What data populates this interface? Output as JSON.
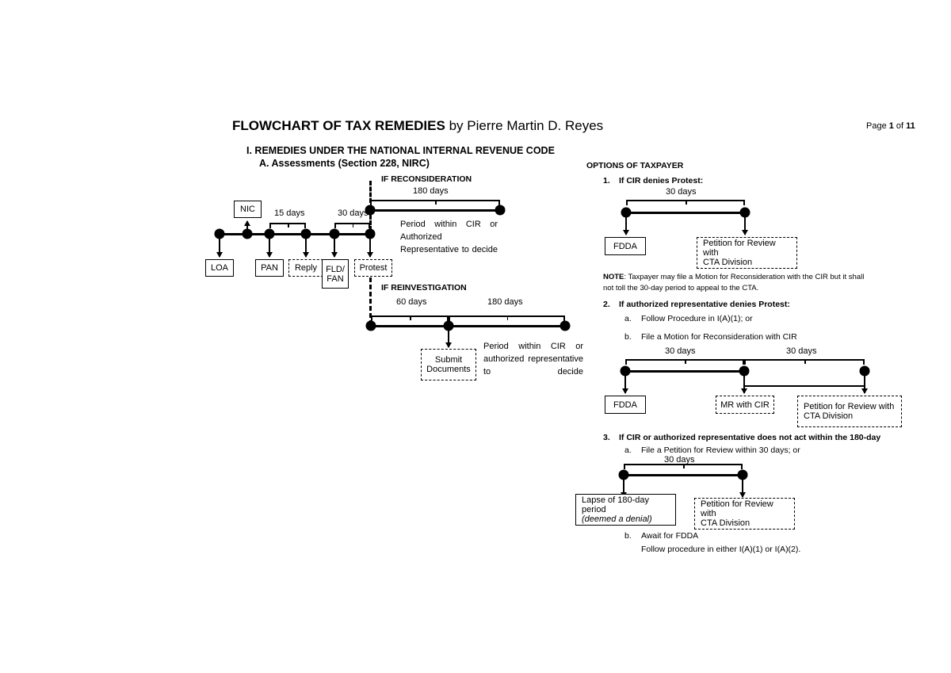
{
  "header": {
    "title_bold": "FLOWCHART OF TAX REMEDIES",
    "title_rest": " by Pierre Martin D. Reyes",
    "page_label_prefix": "Page ",
    "page_current": "1",
    "page_mid": " of ",
    "page_total": "11"
  },
  "outline": {
    "section_i": "I.   REMEDIES UNDER THE NATIONAL INTERNAL REVENUE CODE",
    "section_a": "A.  Assessments (Section 228, NIRC)",
    "options_heading": "OPTIONS OF TAXPAYER"
  },
  "assessment_timeline": {
    "nodes": [
      {
        "id": "loa",
        "label": "LOA",
        "style": "solid"
      },
      {
        "id": "nic",
        "label": "NIC",
        "style": "solid"
      },
      {
        "id": "pan",
        "label": "PAN",
        "style": "solid"
      },
      {
        "id": "reply",
        "label": "Reply",
        "style": "dashed"
      },
      {
        "id": "fldfan",
        "label_line1": "FLD/",
        "label_line2": "FAN",
        "style": "solid"
      },
      {
        "id": "protest",
        "label": "Protest",
        "style": "dashed"
      }
    ],
    "durations": [
      {
        "id": "pan-reply",
        "label": "15 days"
      },
      {
        "id": "fldfan-protest",
        "label": "30 days"
      }
    ]
  },
  "reconsideration": {
    "heading": "IF RECONSIDERATION",
    "duration": "180 days",
    "description_lines": [
      "Period within CIR or",
      "Authorized Representative",
      "to decide"
    ]
  },
  "reinvestigation": {
    "heading": "IF REINVESTIGATION",
    "duration_1": "60 days",
    "duration_2": "180 days",
    "submit_box_line1": "Submit",
    "submit_box_line2": "Documents",
    "description_lines": [
      "Period within CIR or",
      "authorized representative",
      "to decide"
    ]
  },
  "option1": {
    "number": "1.",
    "heading": "If CIR denies Protest:",
    "duration": "30 days",
    "box_fdda": "FDDA",
    "box_petition_line1": "Petition for Review with",
    "box_petition_line2": "CTA Division",
    "note_bold": "NOTE",
    "note_text": ": Taxpayer may file a Motion for Reconsideration with the CIR but it shall not toll the 30-day period to appeal to the CTA."
  },
  "option2": {
    "number": "2.",
    "heading": "If authorized representative denies Protest:",
    "sub_a_marker": "a.",
    "sub_a": "Follow Procedure in I(A)(1); or",
    "sub_b_marker": "b.",
    "sub_b": "File a Motion for Reconsideration with CIR",
    "duration_1": "30 days",
    "duration_2": "30 days",
    "box_fdda": "FDDA",
    "box_mr": "MR with CIR",
    "box_petition_line1": "Petition for Review with",
    "box_petition_line2": "CTA Division"
  },
  "option3": {
    "number": "3.",
    "heading": "If CIR or authorized representative does not act within the 180-day",
    "sub_a_marker": "a.",
    "sub_a": "File a Petition for Review within 30 days; or",
    "duration": "30 days",
    "box_lapse_line1": "Lapse of 180-day period",
    "box_lapse_line2": "(deemed a denial)",
    "box_petition_line1": "Petition for Review with",
    "box_petition_line2": "CTA Division",
    "sub_b_marker": "b.",
    "sub_b": "Await for FDDA",
    "sub_b_follow": "Follow procedure in either I(A)(1) or I(A)(2)."
  },
  "colors": {
    "ink": "#000000",
    "page": "#ffffff"
  }
}
